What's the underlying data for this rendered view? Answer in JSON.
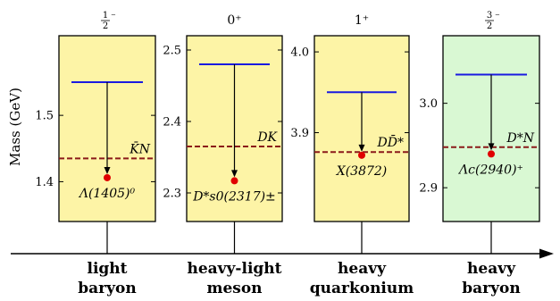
{
  "chart_data": {
    "type": "level-diagram",
    "ylabel": "Mass (GeV)",
    "panels": [
      {
        "quantum_numbers": "1/2⁻",
        "category": [
          "light",
          "baryon"
        ],
        "ylim": [
          1.34,
          1.62
        ],
        "yticks": [
          1.4,
          1.5
        ],
        "tick_labels": [
          "1.4",
          "1.5"
        ],
        "upper_level": 1.55,
        "threshold": 1.435,
        "threshold_label": "K̄N",
        "state_mass": 1.406,
        "state_label": "Λ(1405)⁰",
        "fill": "#fdf4a6"
      },
      {
        "quantum_numbers": "0⁺",
        "category": [
          "heavy-light",
          "meson"
        ],
        "ylim": [
          2.26,
          2.52
        ],
        "yticks": [
          2.3,
          2.4,
          2.5
        ],
        "tick_labels": [
          "2.3",
          "2.4",
          "2.5"
        ],
        "upper_level": 2.48,
        "threshold": 2.365,
        "threshold_label": "DK",
        "state_mass": 2.317,
        "state_label": "D*s0(2317)±",
        "fill": "#fdf4a6"
      },
      {
        "quantum_numbers": "1⁺",
        "category": [
          "heavy",
          "quarkonium"
        ],
        "ylim": [
          3.79,
          4.02
        ],
        "yticks": [
          3.9,
          4.0
        ],
        "tick_labels": [
          "3.9",
          "4.0"
        ],
        "upper_level": 3.95,
        "threshold": 3.876,
        "threshold_label": "DD̄*",
        "state_mass": 3.872,
        "state_label": "X(3872)",
        "fill": "#fdf4a6"
      },
      {
        "quantum_numbers": "3/2⁻",
        "category": [
          "heavy",
          "baryon"
        ],
        "ylim": [
          2.86,
          3.08
        ],
        "yticks": [
          2.9,
          3.0
        ],
        "tick_labels": [
          "2.9",
          "3.0"
        ],
        "upper_level": 3.034,
        "threshold": 2.948,
        "threshold_label": "D*N",
        "state_mass": 2.94,
        "state_label": "Λc(2940)⁺",
        "fill": "#d9f8d3"
      }
    ],
    "colors": {
      "upper_level": "#1a1ae0",
      "threshold": "#8b1a1a",
      "state": "#e00000",
      "arrow": "#000000"
    }
  }
}
